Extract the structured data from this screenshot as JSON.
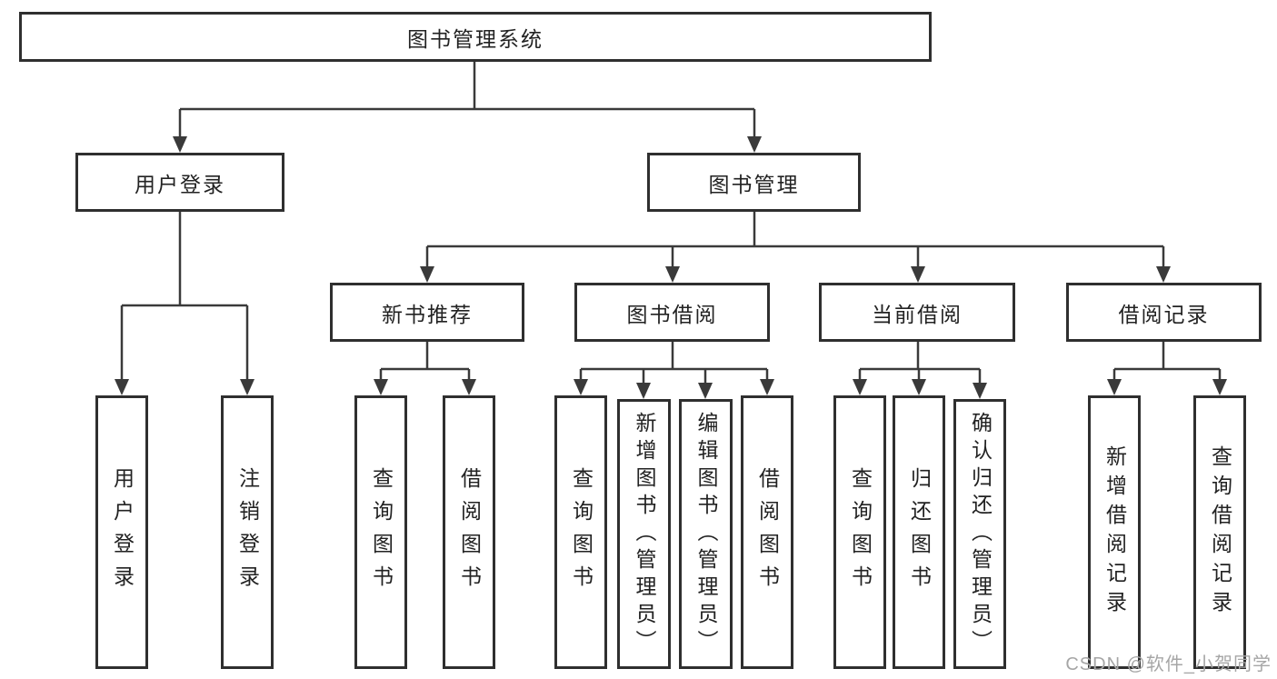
{
  "colors": {
    "background": "#ffffff",
    "box_border": "#2f2f2f",
    "line": "#3a3a3a",
    "text": "#222222",
    "watermark": "#a6a6a6"
  },
  "diagram": {
    "root": {
      "label": "图书管理系统"
    },
    "level2": [
      {
        "label": "用户登录"
      },
      {
        "label": "图书管理"
      }
    ],
    "level3": [
      {
        "label": "新书推荐",
        "parent": "图书管理"
      },
      {
        "label": "图书借阅",
        "parent": "图书管理"
      },
      {
        "label": "当前借阅",
        "parent": "图书管理"
      },
      {
        "label": "借阅记录",
        "parent": "图书管理"
      }
    ],
    "leaves": [
      {
        "label": "用户登录",
        "parent": "用户登录"
      },
      {
        "label": "注销登录",
        "parent": "用户登录"
      },
      {
        "label": "查询图书",
        "parent": "新书推荐"
      },
      {
        "label": "借阅图书",
        "parent": "新书推荐"
      },
      {
        "label": "查询图书",
        "parent": "图书借阅"
      },
      {
        "label": "新增图书（管理员）",
        "parent": "图书借阅"
      },
      {
        "label": "编辑图书（管理员）",
        "parent": "图书借阅"
      },
      {
        "label": "借阅图书",
        "parent": "图书借阅"
      },
      {
        "label": "查询图书",
        "parent": "当前借阅"
      },
      {
        "label": "归还图书",
        "parent": "当前借阅"
      },
      {
        "label": "确认归还（管理员）",
        "parent": "当前借阅"
      },
      {
        "label": "新增借阅记录",
        "parent": "借阅记录"
      },
      {
        "label": "查询借阅记录",
        "parent": "借阅记录"
      }
    ]
  },
  "watermark": {
    "text": "CSDN @软件_小贺同学"
  }
}
